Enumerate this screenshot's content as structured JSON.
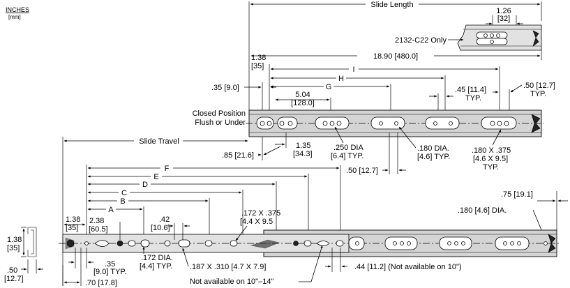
{
  "units": {
    "primary": "INCHES",
    "secondary": "[mm]"
  },
  "top_view": {
    "slide_length": "Slide Length",
    "detail_126": "1.26",
    "detail_32": "[32]",
    "note_2132": "2132-C22 Only",
    "dim_1890": "18.90 [480.0]",
    "dim_138a": "1.38",
    "dim_35a": "[35]",
    "label_I": "I",
    "label_H": "H",
    "label_G": "G",
    "dim_035": ".35 [9.0]",
    "dim_504": "5.04",
    "dim_128": "[128.0]",
    "dim_045": ".45 [11.4]",
    "typ1": "TYP.",
    "dim_050": ".50 [12.7]",
    "typ2": "TYP.",
    "closed1": "Closed Position",
    "closed2": "Flush or Under",
    "slide_travel": "Slide Travel",
    "dim_085": ".85 [21.6]",
    "dim_135": "1.35",
    "dim_343": "[34.3]",
    "dia250": ".250 DIA",
    "dia250mm": "[6.4] TYP.",
    "dia180": ".180 DIA.",
    "dia180mm": "[4.6] TYP.",
    "slot180": ".180 X .375",
    "slot180mm": "[4.6 X 9.5]",
    "typ3": "TYP.",
    "dim_050b": ".50 [12.7]"
  },
  "bottom_view": {
    "label_F": "F",
    "label_E": "E",
    "label_D": "D",
    "label_C": "C",
    "label_B": "B",
    "label_A": "A",
    "dim_075": ".75 [19.1]",
    "dia180": ".180 [4.6] DIA.",
    "dim_138b": "1.38",
    "dim_35b": "[35]",
    "dim_238": "2.38",
    "dim_605": "[60.5]",
    "dim_042": ".42",
    "dim_106": "[10.6]",
    "slot172": ".172  X .375",
    "slot172mm": "[4.4 X 9.5",
    "dim_035b": ".35",
    "dim_9typ": "[9.0] TYP.",
    "dia172": ".172 DIA.",
    "dia172mm": "[4.4] TYP.",
    "slot187": ".187 X .310 [4.7 X 7.9]",
    "dim_044": ".44 [11.2]  (Not available on 10\")",
    "dim_070": ".70 [17.8]",
    "not_avail": "Not available on 10\"–14\"",
    "end_138": "1.38",
    "end_35": "[35]",
    "end_050": ".50",
    "end_127": "[12.7]"
  }
}
